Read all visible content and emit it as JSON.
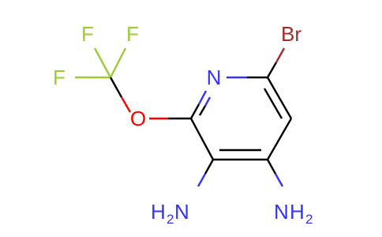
{
  "molecule": {
    "atoms": {
      "f_top_left": "F",
      "f_top_right": "F",
      "f_left": "F",
      "oxygen": "O",
      "nitrogen": "N",
      "bromine": "Br",
      "amine_left": "H2N",
      "amine_right": "NH2"
    },
    "colors": {
      "fluorine": "#9acd32",
      "oxygen": "#ff0000",
      "nitrogen": "#3333ff",
      "bromine": "#a52a2a",
      "bond": "#000000"
    }
  }
}
